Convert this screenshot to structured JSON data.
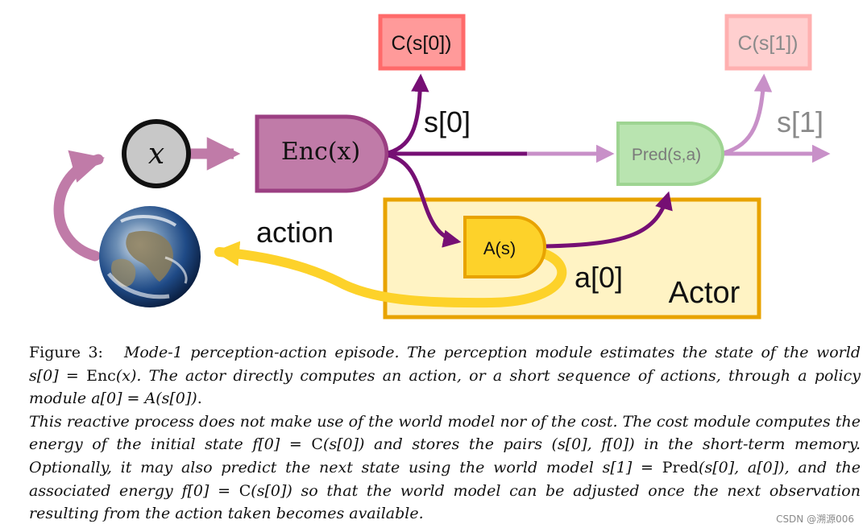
{
  "diagram": {
    "nodes": {
      "x_label": "x",
      "enc_label": "Enc(x)",
      "cost0_label": "C(s[0])",
      "cost1_label": "C(s[1])",
      "pred_label": "Pred(s,a)",
      "policy_label": "A(s)"
    },
    "labels": {
      "s0": "s[0]",
      "s1": "s[1]",
      "action": "action",
      "a0": "a[0]",
      "actor": "Actor"
    },
    "colors": {
      "encoder_fill": "#c07ba8",
      "encoder_stroke": "#9b3f82",
      "cost_fill": "#ff9a9a",
      "cost_stroke": "#ff6a6a",
      "cost_faded_fill": "#ffcfcf",
      "cost_faded_stroke": "#ffb0b0",
      "predictor_fill": "#b9e4b0",
      "predictor_stroke": "#9ed492",
      "actor_fill": "#fff3c4",
      "actor_stroke": "#e8a300",
      "policy_fill": "#fdd22a",
      "policy_stroke": "#e8a300",
      "arrow_purple": "#760f74",
      "arrow_pink": "#c07ba8",
      "arrow_faded": "#c890c8",
      "action_yellow": "#fdd22a"
    }
  },
  "caption": {
    "figure_label": "Figure 3:",
    "p1_a": "Mode-1 perception-action episode. The perception module estimates the state of the world",
    "p1_m1": "s[0] = ",
    "p1_m1_rm": "Enc",
    "p1_m1_b": "(x)",
    "p1_b": ". The actor directly computes an action, or a short sequence of actions, through a policy module",
    "p1_m2": "a[0] = A(s[0])",
    "p1_c": ".",
    "p2_a": "This reactive process does not make use of the world model nor of the cost. The cost module computes the energy of the initial state",
    "p2_m1": "f[0] = ",
    "p2_m1_rm": "C",
    "p2_m1_b": "(s[0])",
    "p2_b": "and stores the pairs",
    "p2_m2": "(s[0], f[0])",
    "p2_c": "in the short-term memory. Optionally, it may also predict the next state using the world model",
    "p2_m3": "s[1] = ",
    "p2_m3_rm": "Pred",
    "p2_m3_b": "(s[0], a[0])",
    "p2_d": ", and the associated energy",
    "p2_m4": "f[0] = ",
    "p2_m4_rm": "C",
    "p2_m4_b": "(s[0])",
    "p2_e": "so that the world model can be adjusted once the next observation resulting from the action taken becomes available."
  },
  "watermark": "CSDN @溯源006"
}
